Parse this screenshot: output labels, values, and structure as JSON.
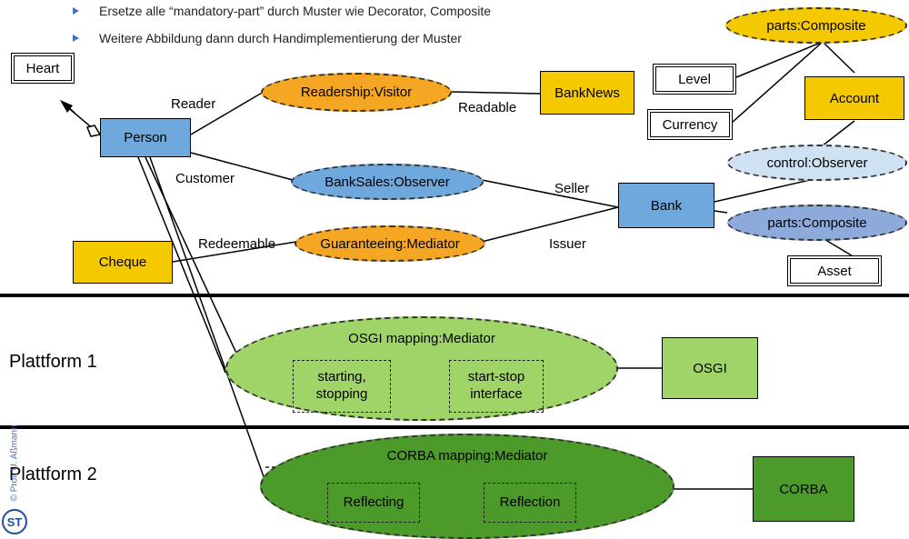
{
  "bullets": [
    "Ersetze alle “mandatory-part” durch Muster wie Decorator, Composite",
    "Weitere Abbildung dann durch Handimplementierung der Muster"
  ],
  "classes": {
    "heart": "Heart",
    "person": "Person",
    "bank_news": "BankNews",
    "level": "Level",
    "currency": "Currency",
    "account": "Account",
    "bank": "Bank",
    "cheque": "Cheque",
    "asset": "Asset",
    "osgi": "OSGI",
    "corba": "CORBA"
  },
  "collaborations": {
    "parts_composite_top": "parts:Composite",
    "readership": "Readership:Visitor",
    "control_observer": "control:Observer",
    "bank_sales": "BankSales:Observer",
    "parts_composite_bottom": "parts:Composite",
    "guaranteeing": "Guaranteeing:Mediator",
    "osgi_mapping": "OSGI mapping:Mediator",
    "corba_mapping": "CORBA mapping:Mediator"
  },
  "roles": {
    "reader": "Reader",
    "readable": "Readable",
    "customer": "Customer",
    "seller": "Seller",
    "redeemable": "Redeemable",
    "issuer": "Issuer"
  },
  "inner_parts": {
    "starting": "starting,\nstopping",
    "start_stop": "start-stop\ninterface",
    "reflecting": "Reflecting",
    "reflection": "Reflection"
  },
  "platforms": {
    "p1": "Plattform 1",
    "p2": "Plattform 2"
  },
  "footer": {
    "copyright": "© Prof. U. Aßmann",
    "logo": "ST"
  },
  "colors": {
    "yellow": "#f5c900",
    "orange": "#f5a623",
    "blue": "#6fa8dc",
    "light_blue": "#cfe2f3",
    "light_green": "#a0d468",
    "dark_green": "#4c9a2a"
  }
}
